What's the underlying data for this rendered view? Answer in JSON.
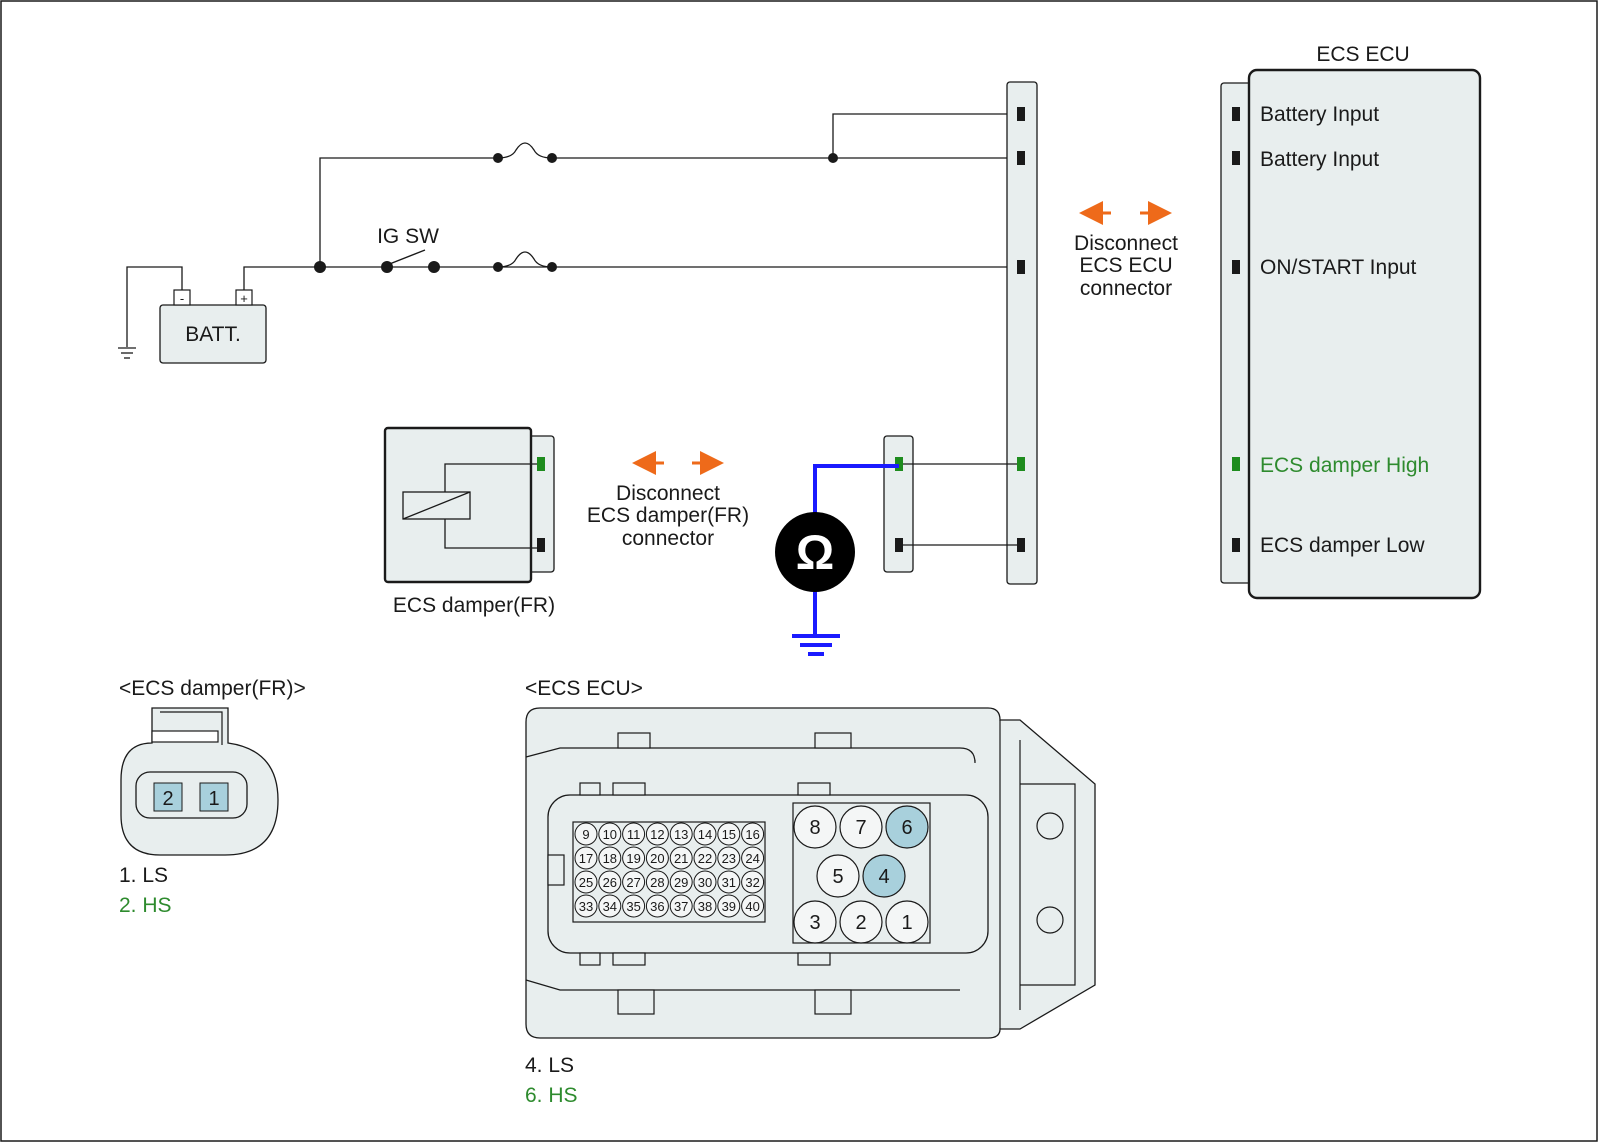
{
  "ecu": {
    "title": "ECS ECU",
    "pins": [
      {
        "label": "Battery Input"
      },
      {
        "label": "Battery Input"
      },
      {
        "label": "ON/START Input"
      },
      {
        "label": "ECS damper High",
        "color": "#2e8b2e"
      },
      {
        "label": "ECS damper Low"
      }
    ]
  },
  "battery": {
    "label": "BATT.",
    "neg": "-",
    "pos": "+"
  },
  "ig_switch": {
    "label": "IG SW"
  },
  "disconnect_ecu": {
    "line1": "Disconnect",
    "line2": "ECS ECU",
    "line3": "connector"
  },
  "disconnect_damper": {
    "line1": "Disconnect",
    "line2": "ECS damper(FR)",
    "line3": "connector"
  },
  "damper": {
    "label": "ECS damper(FR)"
  },
  "ohmmeter": {
    "symbol": "Ω",
    "wire_color": "#1a1aff"
  },
  "arrow_color": "#ee6a1a",
  "damper_connector": {
    "title": "<ECS damper(FR)>",
    "pins": [
      "2",
      "1"
    ],
    "legend": [
      {
        "text": "1. LS"
      },
      {
        "text": "2. HS",
        "color": "#2e8b2e"
      }
    ]
  },
  "ecu_connector": {
    "title": "<ECS ECU>",
    "small_pins": [
      [
        "9",
        "10",
        "11",
        "12",
        "13",
        "14",
        "15",
        "16"
      ],
      [
        "17",
        "18",
        "19",
        "20",
        "21",
        "22",
        "23",
        "24"
      ],
      [
        "25",
        "26",
        "27",
        "28",
        "29",
        "30",
        "31",
        "32"
      ],
      [
        "33",
        "34",
        "35",
        "36",
        "37",
        "38",
        "39",
        "40"
      ]
    ],
    "large_pins": [
      "8",
      "7",
      "6",
      "5",
      "4",
      "3",
      "2",
      "1"
    ],
    "highlighted": [
      "6",
      "4"
    ],
    "legend": [
      {
        "text": "4. LS"
      },
      {
        "text": "6. HS",
        "color": "#2e8b2e"
      }
    ]
  },
  "colors": {
    "connector_fill": "#e8eeee",
    "highlight_pin": "#a8d0dc",
    "green_pin": "#1e8c1e"
  }
}
